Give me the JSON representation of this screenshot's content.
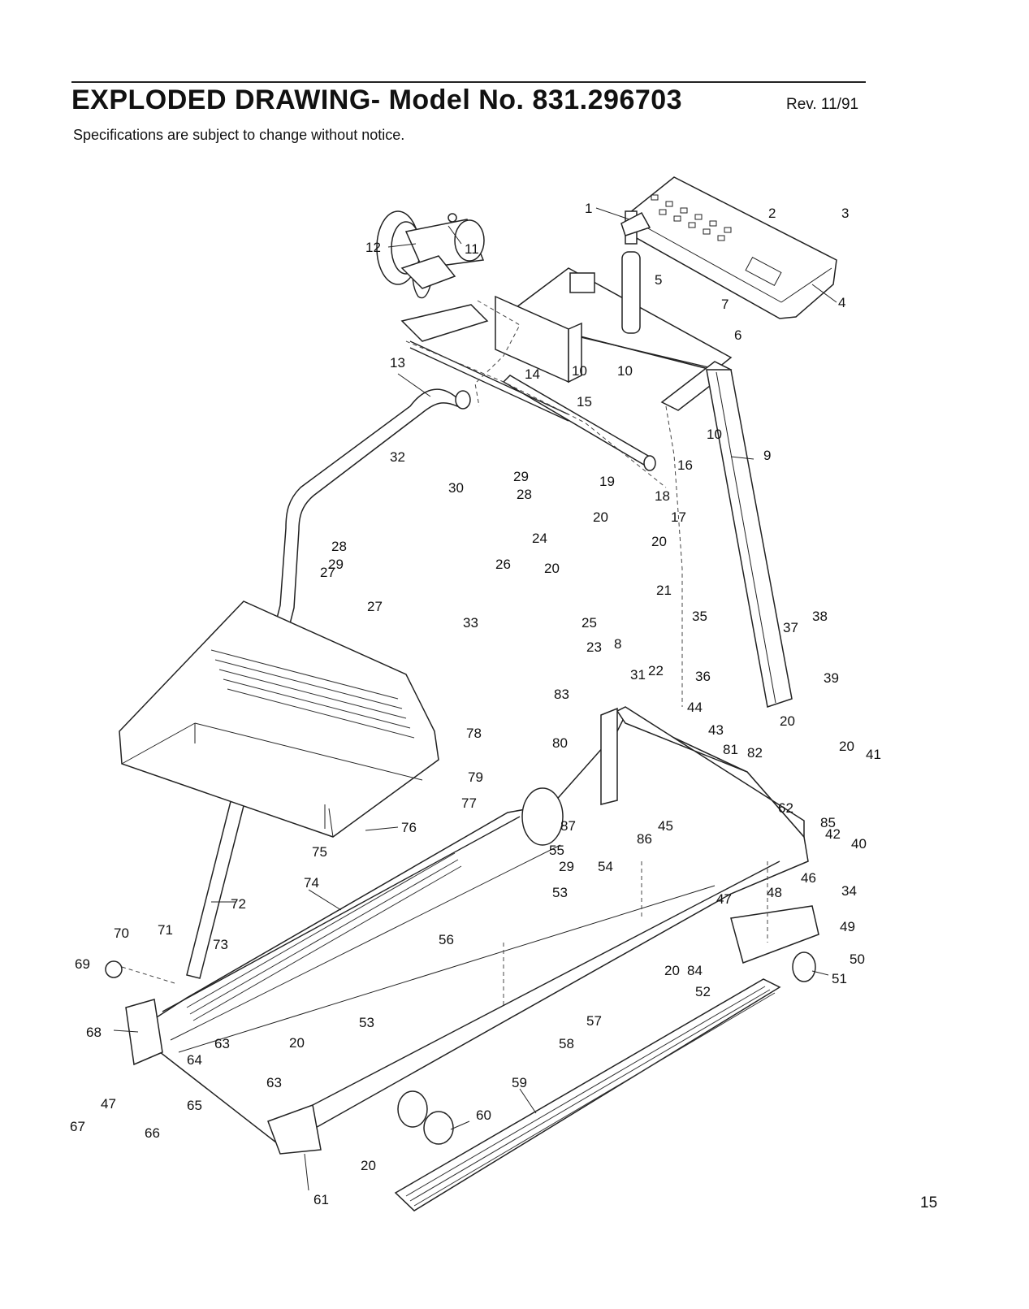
{
  "header": {
    "title": "EXPLODED DRAWING- Model No. 831.296703",
    "revision": "Rev. 11/91",
    "subtitle": "Specifications are subject to change without notice."
  },
  "page_number": "15",
  "callouts": [
    "1",
    "2",
    "3",
    "4",
    "5",
    "6",
    "7",
    "8",
    "9",
    "10",
    "10",
    "10",
    "11",
    "12",
    "13",
    "14",
    "15",
    "16",
    "17",
    "18",
    "19",
    "20",
    "20",
    "20",
    "20",
    "20",
    "20",
    "20",
    "20",
    "21",
    "22",
    "23",
    "24",
    "25",
    "26",
    "27",
    "27",
    "28",
    "28",
    "29",
    "29",
    "29",
    "30",
    "31",
    "32",
    "33",
    "34",
    "35",
    "36",
    "37",
    "38",
    "39",
    "40",
    "41",
    "42",
    "43",
    "44",
    "45",
    "46",
    "47",
    "47",
    "48",
    "49",
    "50",
    "51",
    "52",
    "53",
    "53",
    "54",
    "55",
    "56",
    "57",
    "58",
    "59",
    "60",
    "61",
    "62",
    "63",
    "63",
    "64",
    "65",
    "66",
    "67",
    "68",
    "69",
    "70",
    "71",
    "72",
    "73",
    "74",
    "75",
    "76",
    "77",
    "78",
    "79",
    "80",
    "81",
    "82",
    "83",
    "84",
    "85",
    "86",
    "87"
  ]
}
